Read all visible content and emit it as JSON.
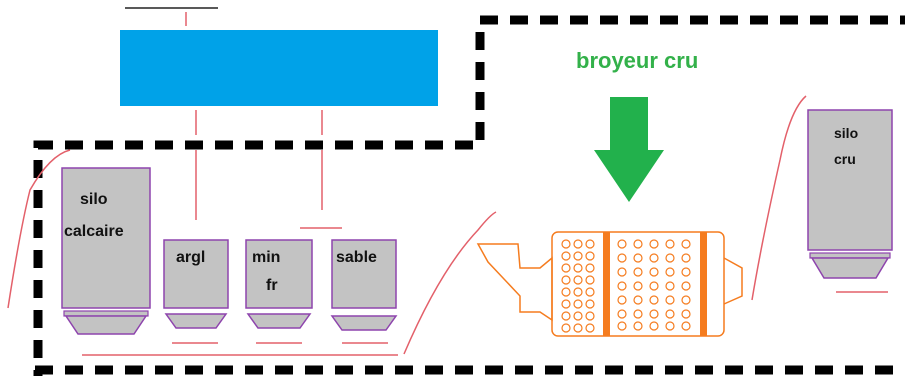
{
  "title": {
    "text": "broyeur cru",
    "color": "#33b14a"
  },
  "colors": {
    "feeder": "#00a2e8",
    "silo_fill": "#c3c3c3",
    "silo_stroke": "#8e44ad",
    "pink_line": "#e3606a",
    "dash_border": "#000000",
    "arrow": "#22b14c",
    "mill": "#f57c1f"
  },
  "silos": {
    "calcaire": [
      "silo",
      "calcaire"
    ],
    "argl": [
      "argl"
    ],
    "minfr": [
      "min",
      "fr"
    ],
    "sable": [
      "sable"
    ],
    "cru": [
      "silo",
      "cru"
    ]
  },
  "icons": {
    "mill": "raw-mill-icon",
    "arrow": "down-arrow-icon",
    "feeder": "feeder-bin-icon"
  }
}
